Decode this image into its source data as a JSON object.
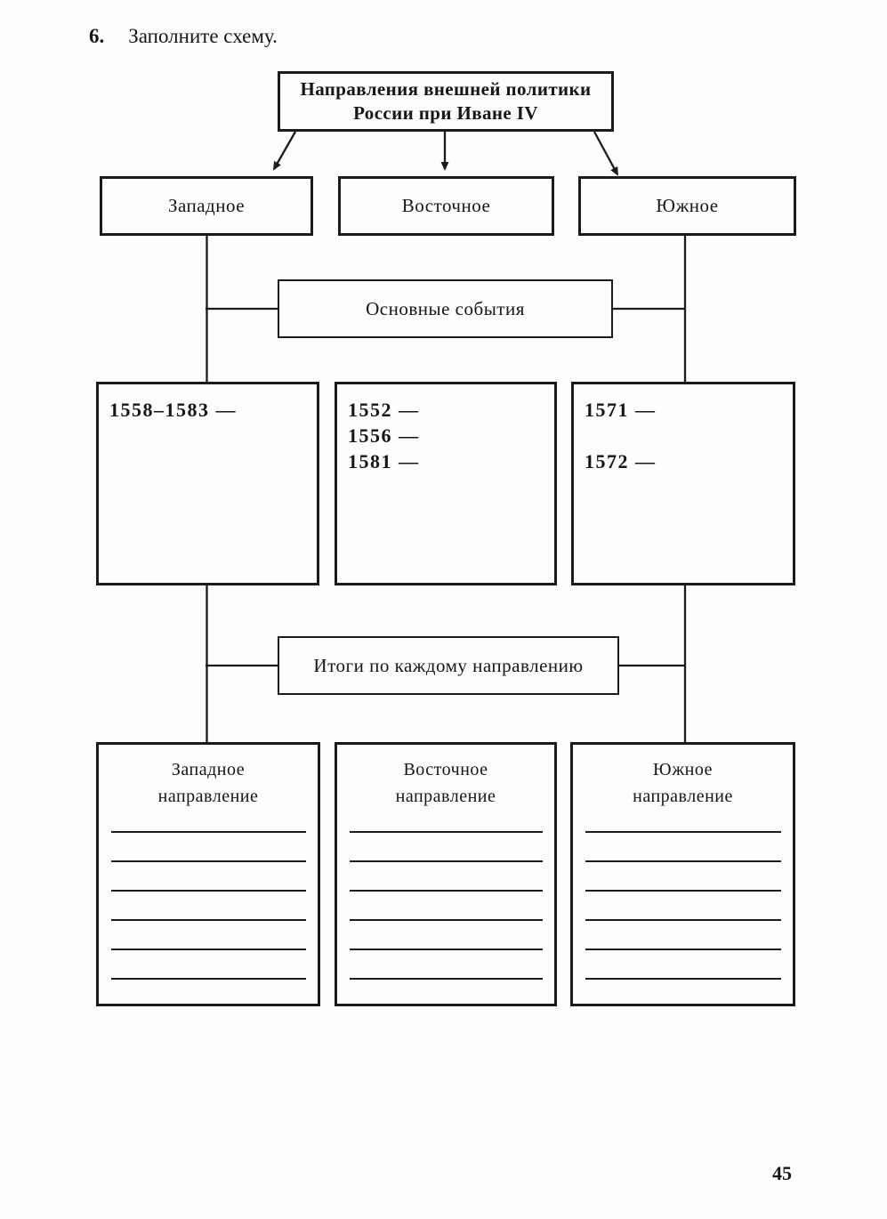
{
  "page": {
    "task_number": "6.",
    "task_instruction": "Заполните схему.",
    "page_number": "45"
  },
  "schema": {
    "title_line1": "Направления внешней политики",
    "title_line2": "России при Иване IV",
    "directions": [
      {
        "label": "Западное"
      },
      {
        "label": "Восточное"
      },
      {
        "label": "Южное"
      }
    ],
    "events_header": "Основные события",
    "events": {
      "western": [
        "1558–1583 —"
      ],
      "eastern": [
        "1552 —",
        "1556 —",
        "1581 —"
      ],
      "southern": [
        "1571 —",
        "1572 —"
      ]
    },
    "results_header": "Итоги по каждому направлению",
    "results": [
      {
        "line1": "Западное",
        "line2": "направление",
        "blank_lines": 6
      },
      {
        "line1": "Восточное",
        "line2": "направление",
        "blank_lines": 6
      },
      {
        "line1": "Южное",
        "line2": "направление",
        "blank_lines": 6
      }
    ]
  }
}
